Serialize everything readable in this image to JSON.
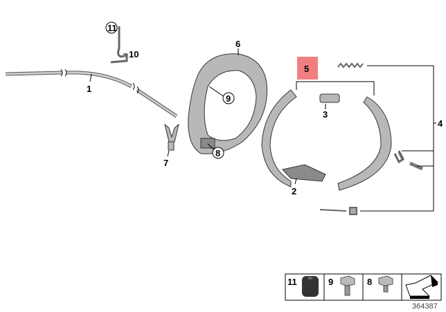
{
  "diagram_id": "364387",
  "highlight_color": "#f08080",
  "labels": {
    "p1": "1",
    "p2": "2",
    "p3": "3",
    "p4": "4",
    "p5": "5",
    "p6": "6",
    "p7": "7",
    "p8": "8",
    "p9": "9",
    "p10": "10",
    "p11": "11"
  },
  "legend": [
    {
      "label": "11",
      "icon": "rubber-grommet-icon"
    },
    {
      "label": "9",
      "icon": "hex-bolt-icon"
    },
    {
      "label": "8",
      "icon": "hex-bolt-short-icon"
    },
    {
      "label": "",
      "icon": "direction-arrow-icon"
    }
  ]
}
